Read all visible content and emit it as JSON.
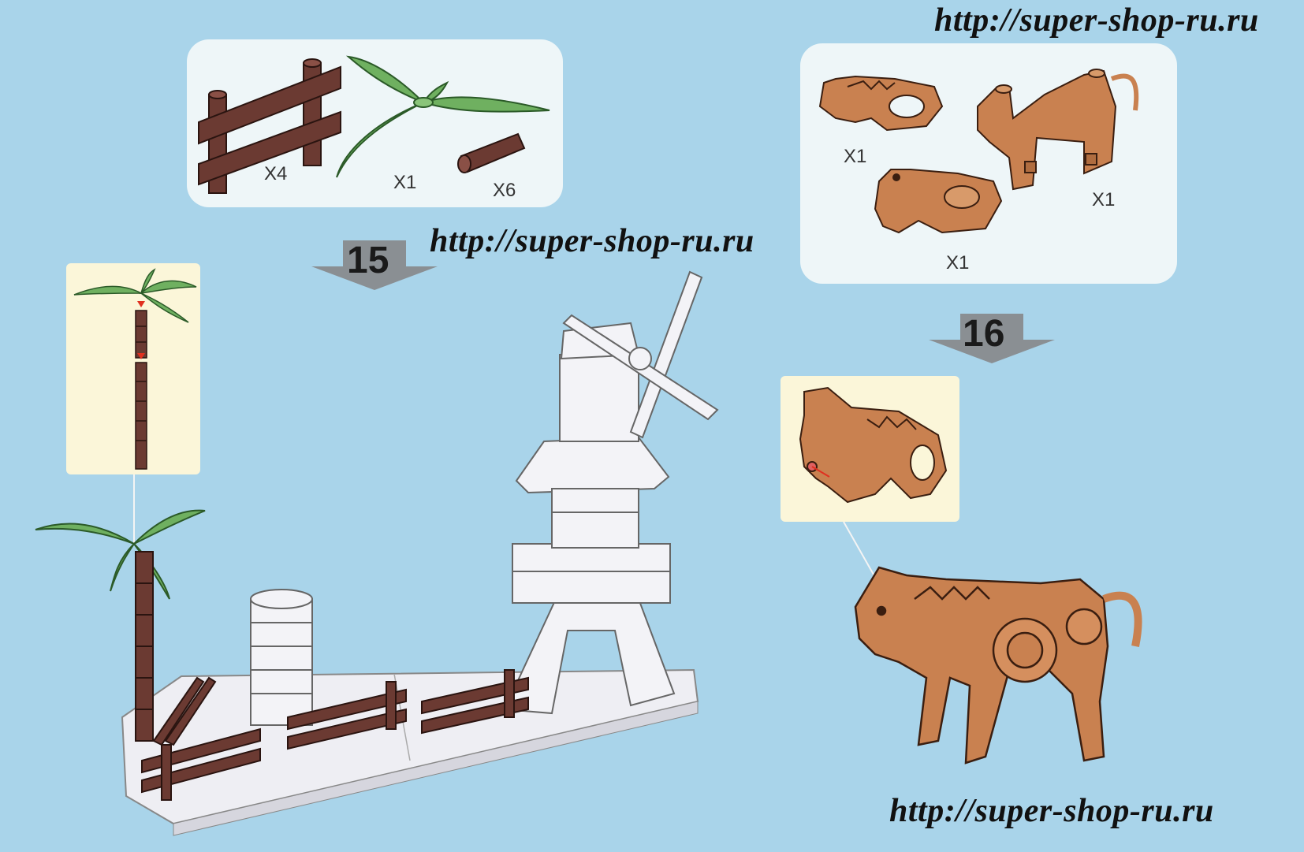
{
  "watermarks": {
    "top_right": "http://super-shop-ru.ru",
    "middle": "http://super-shop-ru.ru",
    "bottom_right": "http://super-shop-ru.ru"
  },
  "step15": {
    "number": "15",
    "parts": [
      {
        "icon": "fence-piece-icon",
        "qty": "X4"
      },
      {
        "icon": "palm-leaves-icon",
        "qty": "X1"
      },
      {
        "icon": "trunk-segment-icon",
        "qty": "X6"
      }
    ]
  },
  "step16": {
    "number": "16",
    "parts": [
      {
        "icon": "horse-head-left-icon",
        "qty": "X1"
      },
      {
        "icon": "horse-body-icon",
        "qty": "X1"
      },
      {
        "icon": "horse-head-right-icon",
        "qty": "X1"
      }
    ]
  },
  "colors": {
    "background": "#a9d4ea",
    "fence": "#6b3a32",
    "palm": "#6fb060",
    "horse": "#c98150",
    "brick": "#f3f3f7"
  }
}
